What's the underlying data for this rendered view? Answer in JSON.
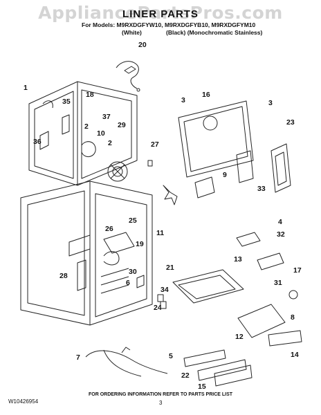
{
  "watermark": "AppliancePartsPros.com",
  "title": "LINER PARTS",
  "models_line": "For Models: M9RXDGFYW10, M9RXDGFYB10, M9RXDGFYM10",
  "variants": [
    "(White)",
    "(Black) (Monochromatic Stainless)"
  ],
  "callouts": [
    "1",
    "2",
    "2",
    "3",
    "3",
    "4",
    "5",
    "6",
    "7",
    "8",
    "9",
    "10",
    "11",
    "12",
    "13",
    "14",
    "15",
    "16",
    "17",
    "18",
    "19",
    "20",
    "21",
    "22",
    "23",
    "24",
    "25",
    "26",
    "27",
    "28",
    "29",
    "30",
    "31",
    "32",
    "33",
    "34",
    "35",
    "36",
    "37"
  ],
  "footer": {
    "doc_number": "W10426954",
    "note": "FOR ORDERING INFORMATION REFER TO PARTS PRICE LIST",
    "page": "3"
  }
}
